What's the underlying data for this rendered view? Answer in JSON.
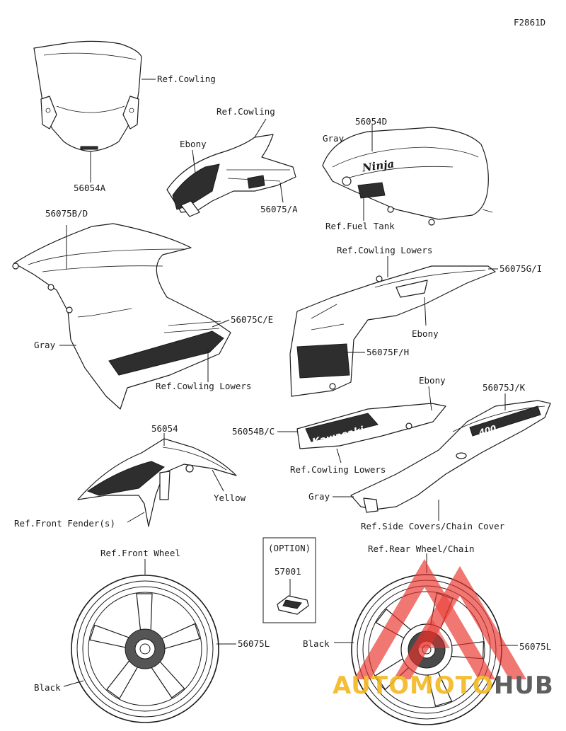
{
  "figure_code": "F2861D",
  "labels": {
    "windshield_ref": "Ref.Cowling",
    "windshield_part": "56054A",
    "upper_cowl_ref": "Ref.Cowling",
    "upper_cowl_color": "Ebony",
    "upper_cowl_part": "56075/A",
    "tank_part": "56054D",
    "tank_color": "Gray",
    "tank_ref": "Ref.Fuel Tank",
    "left_cowl_part_top": "56075B/D",
    "left_cowl_part_mid": "56075C/E",
    "left_cowl_color": "Gray",
    "left_cowl_ref": "Ref.Cowling Lowers",
    "right_cowl_ref": "Ref.Cowling Lowers",
    "right_cowl_part_top": "56075G/I",
    "right_cowl_color": "Ebony",
    "right_cowl_part_mid": "56075F/H",
    "lower_color": "Ebony",
    "lower_part": "56054B/C",
    "lower_ref": "Ref.Cowling Lowers",
    "tail_part": "56075J/K",
    "tail_color": "Gray",
    "tail_ref": "Ref.Side Covers/Chain Cover",
    "fender_part": "56054",
    "fender_color": "Yellow",
    "fender_ref": "Ref.Front Fender(s)",
    "option_title": "(OPTION)",
    "option_part": "57001",
    "front_wheel_ref": "Ref.Front Wheel",
    "front_wheel_part": "56075L",
    "front_wheel_color": "Black",
    "rear_wheel_ref": "Ref.Rear Wheel/Chain",
    "rear_wheel_part": "56075L",
    "rear_wheel_color": "Black"
  },
  "decals": {
    "tank_logo": "Ninja",
    "lower_cowl_logo": "Kawasaki",
    "tail_logo": "400"
  },
  "watermark": {
    "part1": "AUTOMOTO",
    "part2": "HUB",
    "color1": "#f3b61c",
    "color2": "#4a4a4a",
    "triangle_color": "#e8302a"
  }
}
